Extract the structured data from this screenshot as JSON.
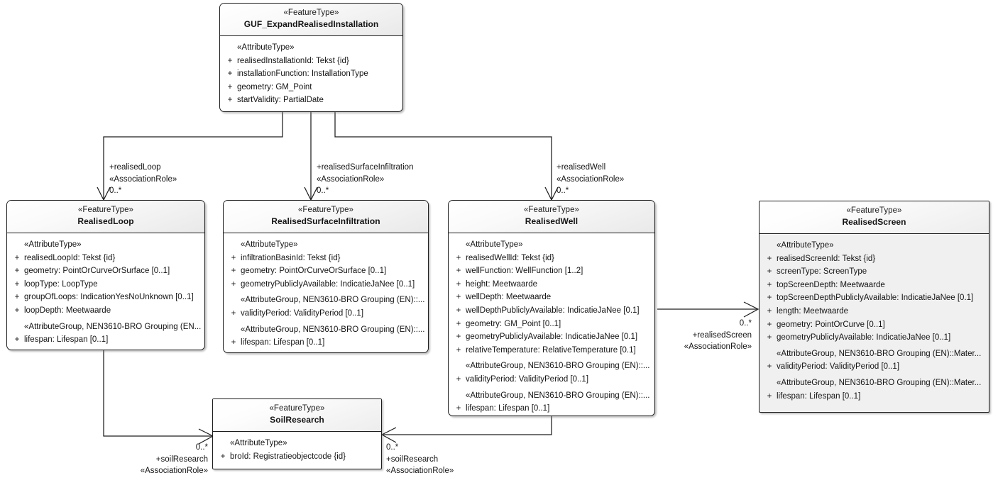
{
  "diagram": {
    "type": "uml-class-diagram",
    "stereotype_feature": "«FeatureType»",
    "stereotype_attribute": "«AttributeType»"
  },
  "classes": {
    "guf": {
      "stereotype": "«FeatureType»",
      "name": "GUF_ExpandRealisedInstallation",
      "sections": [
        {
          "group": "«AttributeType»",
          "attributes": [
            {
              "vis": "+",
              "text": "realisedInstallationId: Tekst {id}"
            },
            {
              "vis": "+",
              "text": "installationFunction: InstallationType"
            },
            {
              "vis": "+",
              "text": "geometry: GM_Point"
            },
            {
              "vis": "+",
              "text": "startValidity: PartialDate"
            }
          ]
        }
      ]
    },
    "realisedLoop": {
      "stereotype": "«FeatureType»",
      "name": "RealisedLoop",
      "sections": [
        {
          "group": "«AttributeType»",
          "attributes": [
            {
              "vis": "+",
              "text": "realisedLoopId: Tekst {id}"
            },
            {
              "vis": "+",
              "text": "geometry: PointOrCurveOrSurface [0..1]"
            },
            {
              "vis": "+",
              "text": "loopType: LoopType"
            },
            {
              "vis": "+",
              "text": "groupOfLoops: IndicationYesNoUnknown [0..1]"
            },
            {
              "vis": "+",
              "text": "loopDepth: Meetwaarde"
            }
          ]
        },
        {
          "group": "«AttributeGroup, NEN3610-BRO Grouping (EN...",
          "attributes": [
            {
              "vis": "+",
              "text": "lifespan: Lifespan [0..1]"
            }
          ]
        }
      ]
    },
    "realisedSurfaceInfiltration": {
      "stereotype": "«FeatureType»",
      "name": "RealisedSurfaceInfiltration",
      "sections": [
        {
          "group": "«AttributeType»",
          "attributes": [
            {
              "vis": "+",
              "text": "infiltrationBasinId: Tekst {id}"
            },
            {
              "vis": "+",
              "text": "geometry: PointOrCurveOrSurface [0..1]"
            },
            {
              "vis": "+",
              "text": "geometryPubliclyAvailable: IndicatieJaNee [0..1]"
            }
          ]
        },
        {
          "group": "«AttributeGroup, NEN3610-BRO Grouping (EN)::...",
          "attributes": [
            {
              "vis": "+",
              "text": "validityPeriod: ValidityPeriod [0..1]"
            }
          ]
        },
        {
          "group": "«AttributeGroup, NEN3610-BRO Grouping (EN)::...",
          "attributes": [
            {
              "vis": "+",
              "text": "lifespan: Lifespan [0..1]"
            }
          ]
        }
      ]
    },
    "realisedWell": {
      "stereotype": "«FeatureType»",
      "name": "RealisedWell",
      "sections": [
        {
          "group": "«AttributeType»",
          "attributes": [
            {
              "vis": "+",
              "text": "realisedWellId: Tekst {id}"
            },
            {
              "vis": "+",
              "text": "wellFunction: WellFunction [1..2]"
            },
            {
              "vis": "+",
              "text": "height: Meetwaarde"
            },
            {
              "vis": "+",
              "text": "wellDepth: Meetwaarde"
            },
            {
              "vis": "+",
              "text": "wellDepthPubliclyAvailable: IndicatieJaNee [0.1]"
            },
            {
              "vis": "+",
              "text": "geometry: GM_Point [0..1]"
            },
            {
              "vis": "+",
              "text": "geometryPubliclyAvailable: IndicatieJaNee [0.1]"
            },
            {
              "vis": "+",
              "text": "relativeTemperature: RelativeTemperature [0.1]"
            }
          ]
        },
        {
          "group": "«AttributeGroup, NEN3610-BRO Grouping (EN)::...",
          "attributes": [
            {
              "vis": "+",
              "text": "validityPeriod: ValidityPeriod [0..1]"
            }
          ]
        },
        {
          "group": "«AttributeGroup, NEN3610-BRO Grouping (EN)::...",
          "attributes": [
            {
              "vis": "+",
              "text": "lifespan: Lifespan [0..1]"
            }
          ]
        }
      ]
    },
    "realisedScreen": {
      "stereotype": "«FeatureType»",
      "name": "RealisedScreen",
      "sections": [
        {
          "group": "«AttributeType»",
          "attributes": [
            {
              "vis": "+",
              "text": "realisedScreenId: Tekst {id}"
            },
            {
              "vis": "+",
              "text": "screenType: ScreenType"
            },
            {
              "vis": "+",
              "text": "topScreenDepth: Meetwaarde"
            },
            {
              "vis": "+",
              "text": "topScreenDepthPubliclyAvailable: IndicatieJaNee [0.1]"
            },
            {
              "vis": "+",
              "text": "length: Meetwaarde"
            },
            {
              "vis": "+",
              "text": "geometry: PointOrCurve [0..1]"
            },
            {
              "vis": "+",
              "text": "geometryPubliclyAvailable: IndicatieJaNee [0..1]"
            }
          ]
        },
        {
          "group": "«AttributeGroup, NEN3610-BRO Grouping (EN)::Mater...",
          "attributes": [
            {
              "vis": "+",
              "text": "validityPeriod: ValidityPeriod [0..1]"
            }
          ]
        },
        {
          "group": "«AttributeGroup, NEN3610-BRO Grouping (EN)::Mater...",
          "attributes": [
            {
              "vis": "+",
              "text": "lifespan: Lifespan [0..1]"
            }
          ]
        }
      ]
    },
    "soilResearch": {
      "stereotype": "«FeatureType»",
      "name": "SoilResearch",
      "sections": [
        {
          "group": "«AttributeType»",
          "attributes": [
            {
              "vis": "+",
              "text": "broId: Registratieobjectcode {id}"
            }
          ]
        }
      ]
    }
  },
  "associations": {
    "realisedLoop": {
      "role": "+realisedLoop",
      "stereotype": "«AssociationRole»",
      "multiplicity": "0..*"
    },
    "realisedSurfaceInfiltration": {
      "role": "+realisedSurfaceInfiltration",
      "stereotype": "«AssociationRole»",
      "multiplicity": "0..*"
    },
    "realisedWell": {
      "role": "+realisedWell",
      "stereotype": "«AssociationRole»",
      "multiplicity": "0..*"
    },
    "realisedScreen": {
      "role": "+realisedScreen",
      "stereotype": "«AssociationRole»",
      "multiplicity": "0..*"
    },
    "soilResearchLeft": {
      "role": "+soilResearch",
      "stereotype": "«AssociationRole»",
      "multiplicity": "0..*"
    },
    "soilResearchRight": {
      "role": "+soilResearch",
      "stereotype": "«AssociationRole»",
      "multiplicity": "0..*"
    }
  },
  "colors": {
    "border": "#1d1d1d",
    "header_light": "#ffffff",
    "header_dark": "#ededed",
    "body": "#ffffff",
    "body_shaded": "#f0f0f0",
    "text": "#141414"
  }
}
